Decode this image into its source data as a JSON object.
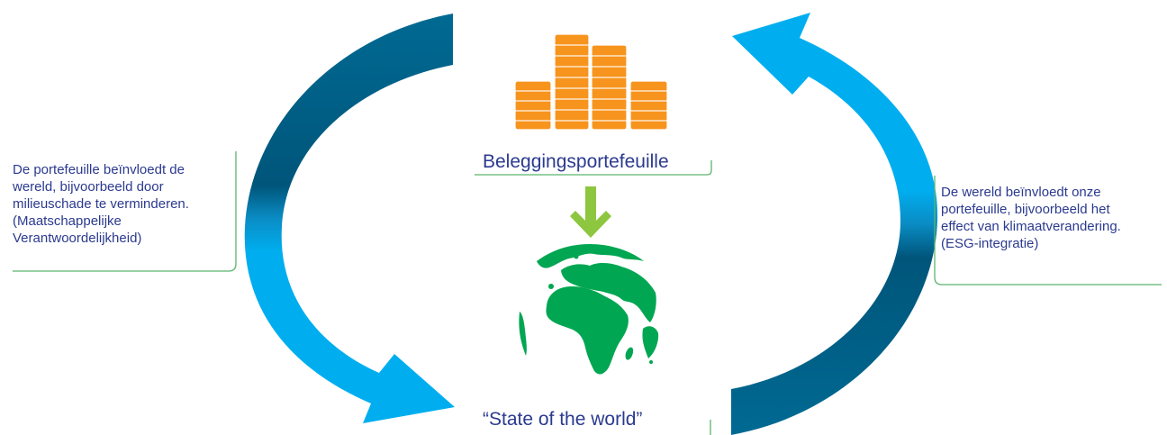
{
  "left_annotation": {
    "text": "De portefeuille beïnvloedt de\nwereld, bijvoorbeeld door\nmilieuschade te verminderen.\n(Maatschappelijke\nVerantwoordelijkheid)"
  },
  "right_annotation": {
    "text": "De wereld beïnvloedt onze\nportefeuille, bijvoorbeeld het\neffect van klimaatverandering.\n(ESG-integratie)"
  },
  "portfolio": {
    "label": "Beleggingsportefeuille",
    "icon": "bar-stack-icon"
  },
  "world": {
    "label": "“State of the world”",
    "icon": "globe-icon"
  },
  "colors": {
    "dark_blue": "#006a93",
    "light_blue": "#00aeef",
    "orange": "#f7941d",
    "green": "#00a651",
    "arrow_green": "#8dc63f",
    "text": "#2b3a8f",
    "bracket": "#5bb56e"
  }
}
